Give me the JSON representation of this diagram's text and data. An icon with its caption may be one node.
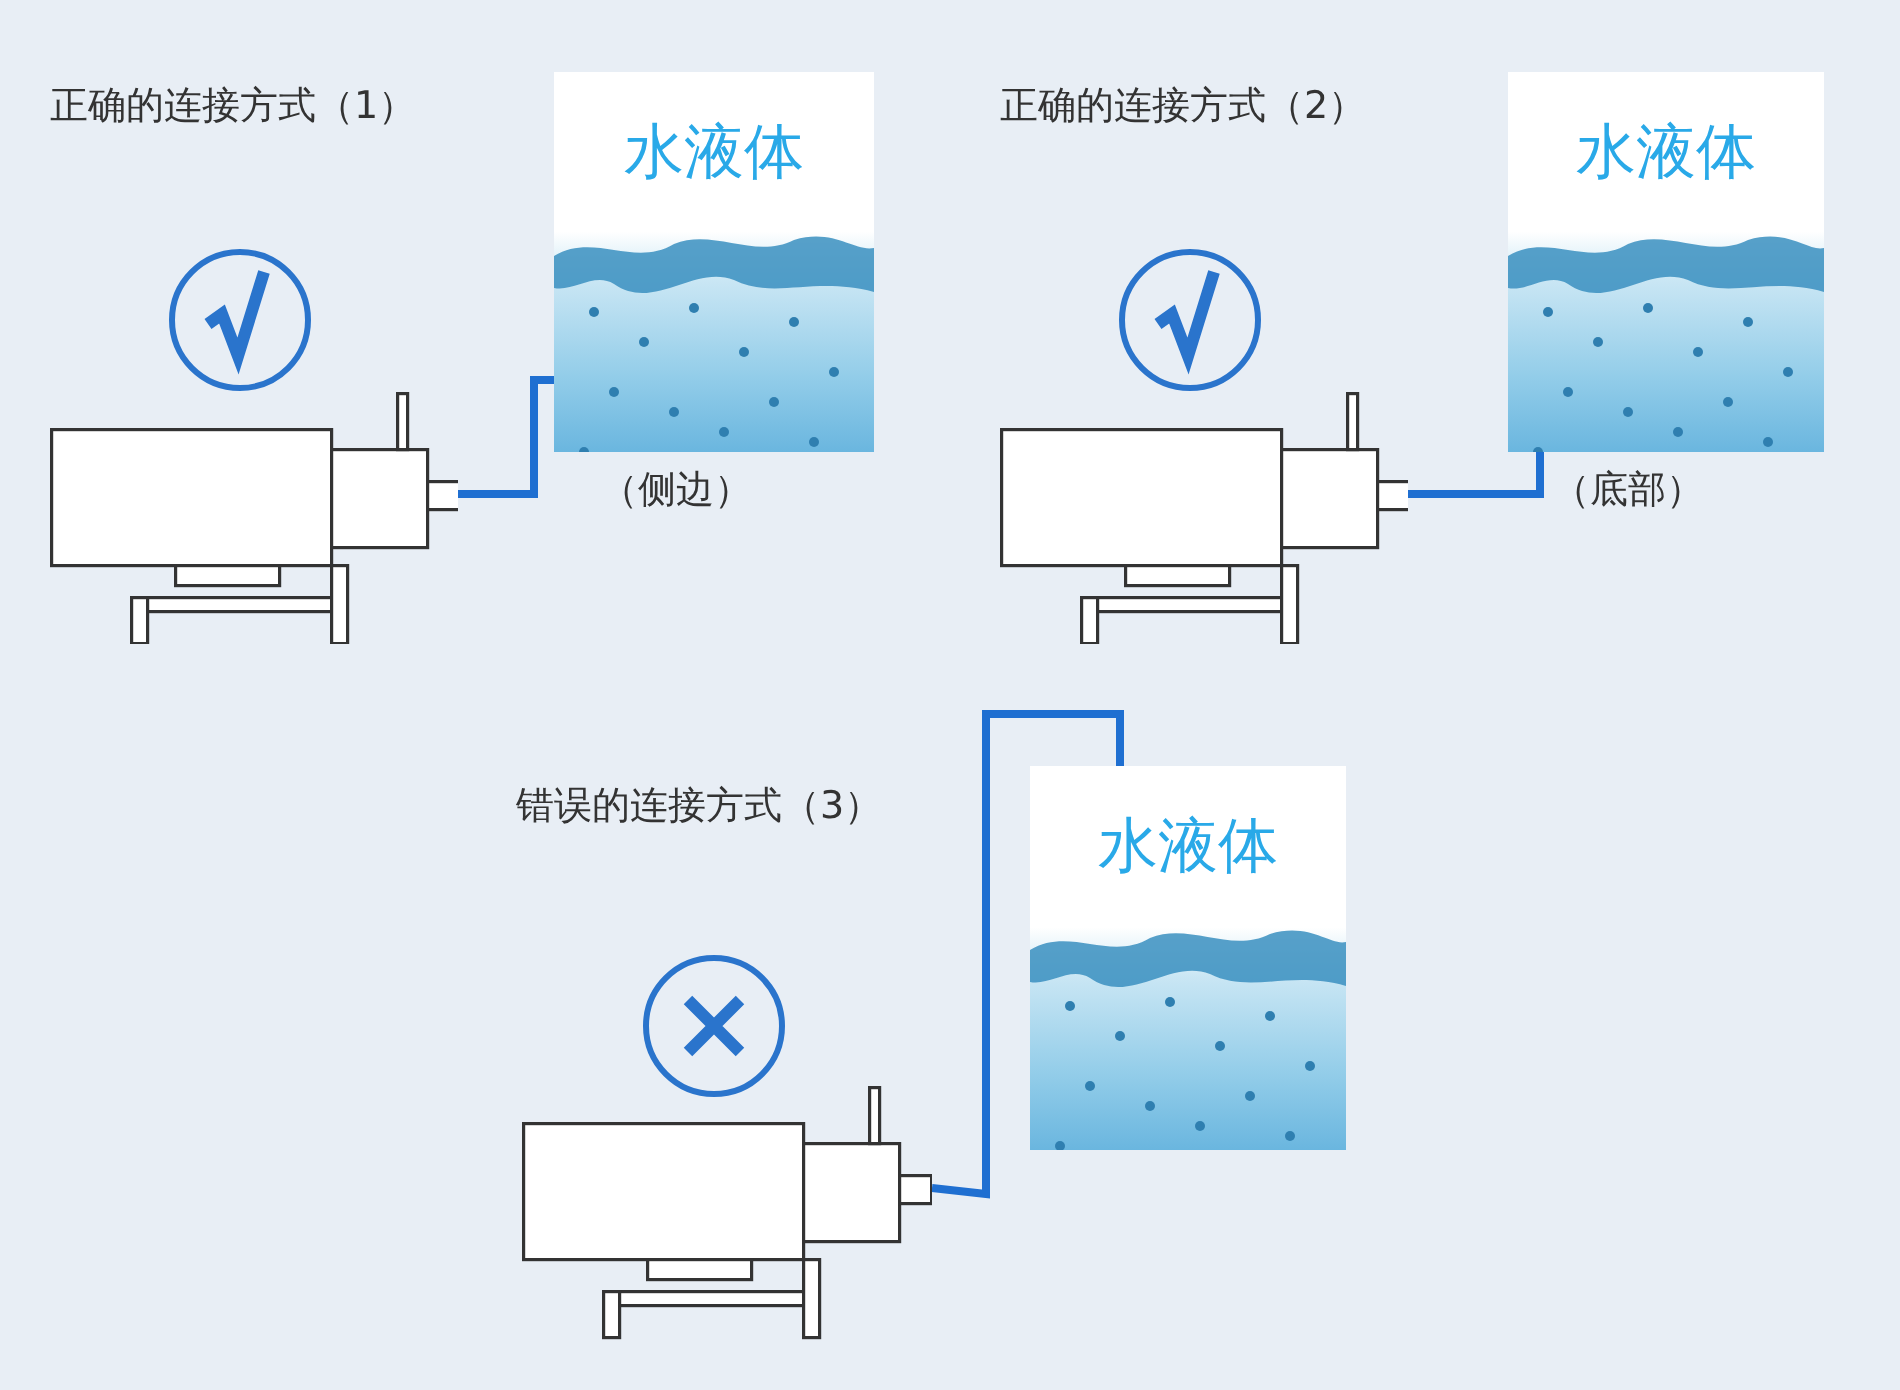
{
  "diagram": {
    "nodes": [
      {
        "text": [],
        "shape": "picture"
      },
      {
        "text": [
          "水液体"
        ],
        "beside": [
          "（侧边）"
        ]
      },
      {
        "text": [],
        "shape": "picture"
      },
      {
        "text": [
          "水液体"
        ],
        "beside": [
          "（底部）"
        ]
      },
      {
        "text": [
          "水液体"
        ]
      },
      {
        "text": [],
        "shape": "picture"
      }
    ],
    "edges": [
      {
        "from": 0,
        "to": 1,
        "arrow": "none"
      },
      {
        "from": 2,
        "to": 3,
        "arrow": "none"
      },
      {
        "from": 5,
        "to": 4,
        "arrow": "none"
      }
    ],
    "labels": [
      "正确的连接方式（1）",
      "正确的连接方式（2）",
      "错误的连接方式（3）"
    ]
  }
}
